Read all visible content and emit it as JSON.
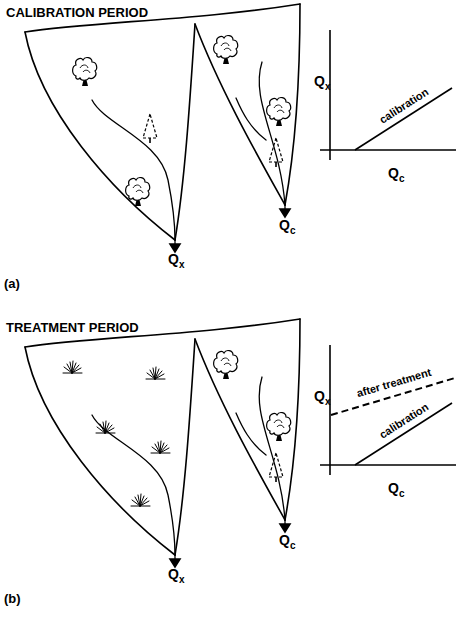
{
  "diagram": {
    "labels": [
      "CALIBRATION PERIOD",
      "Q",
      "x",
      "Q",
      "c",
      "Q",
      "x",
      "Q",
      "c",
      "calibration",
      "(a)",
      "TREATMENT PERIOD",
      "Q",
      "x",
      "Q",
      "c",
      "Q",
      "x",
      "Q",
      "c",
      "after treatment",
      "calibration",
      "(b)"
    ]
  }
}
